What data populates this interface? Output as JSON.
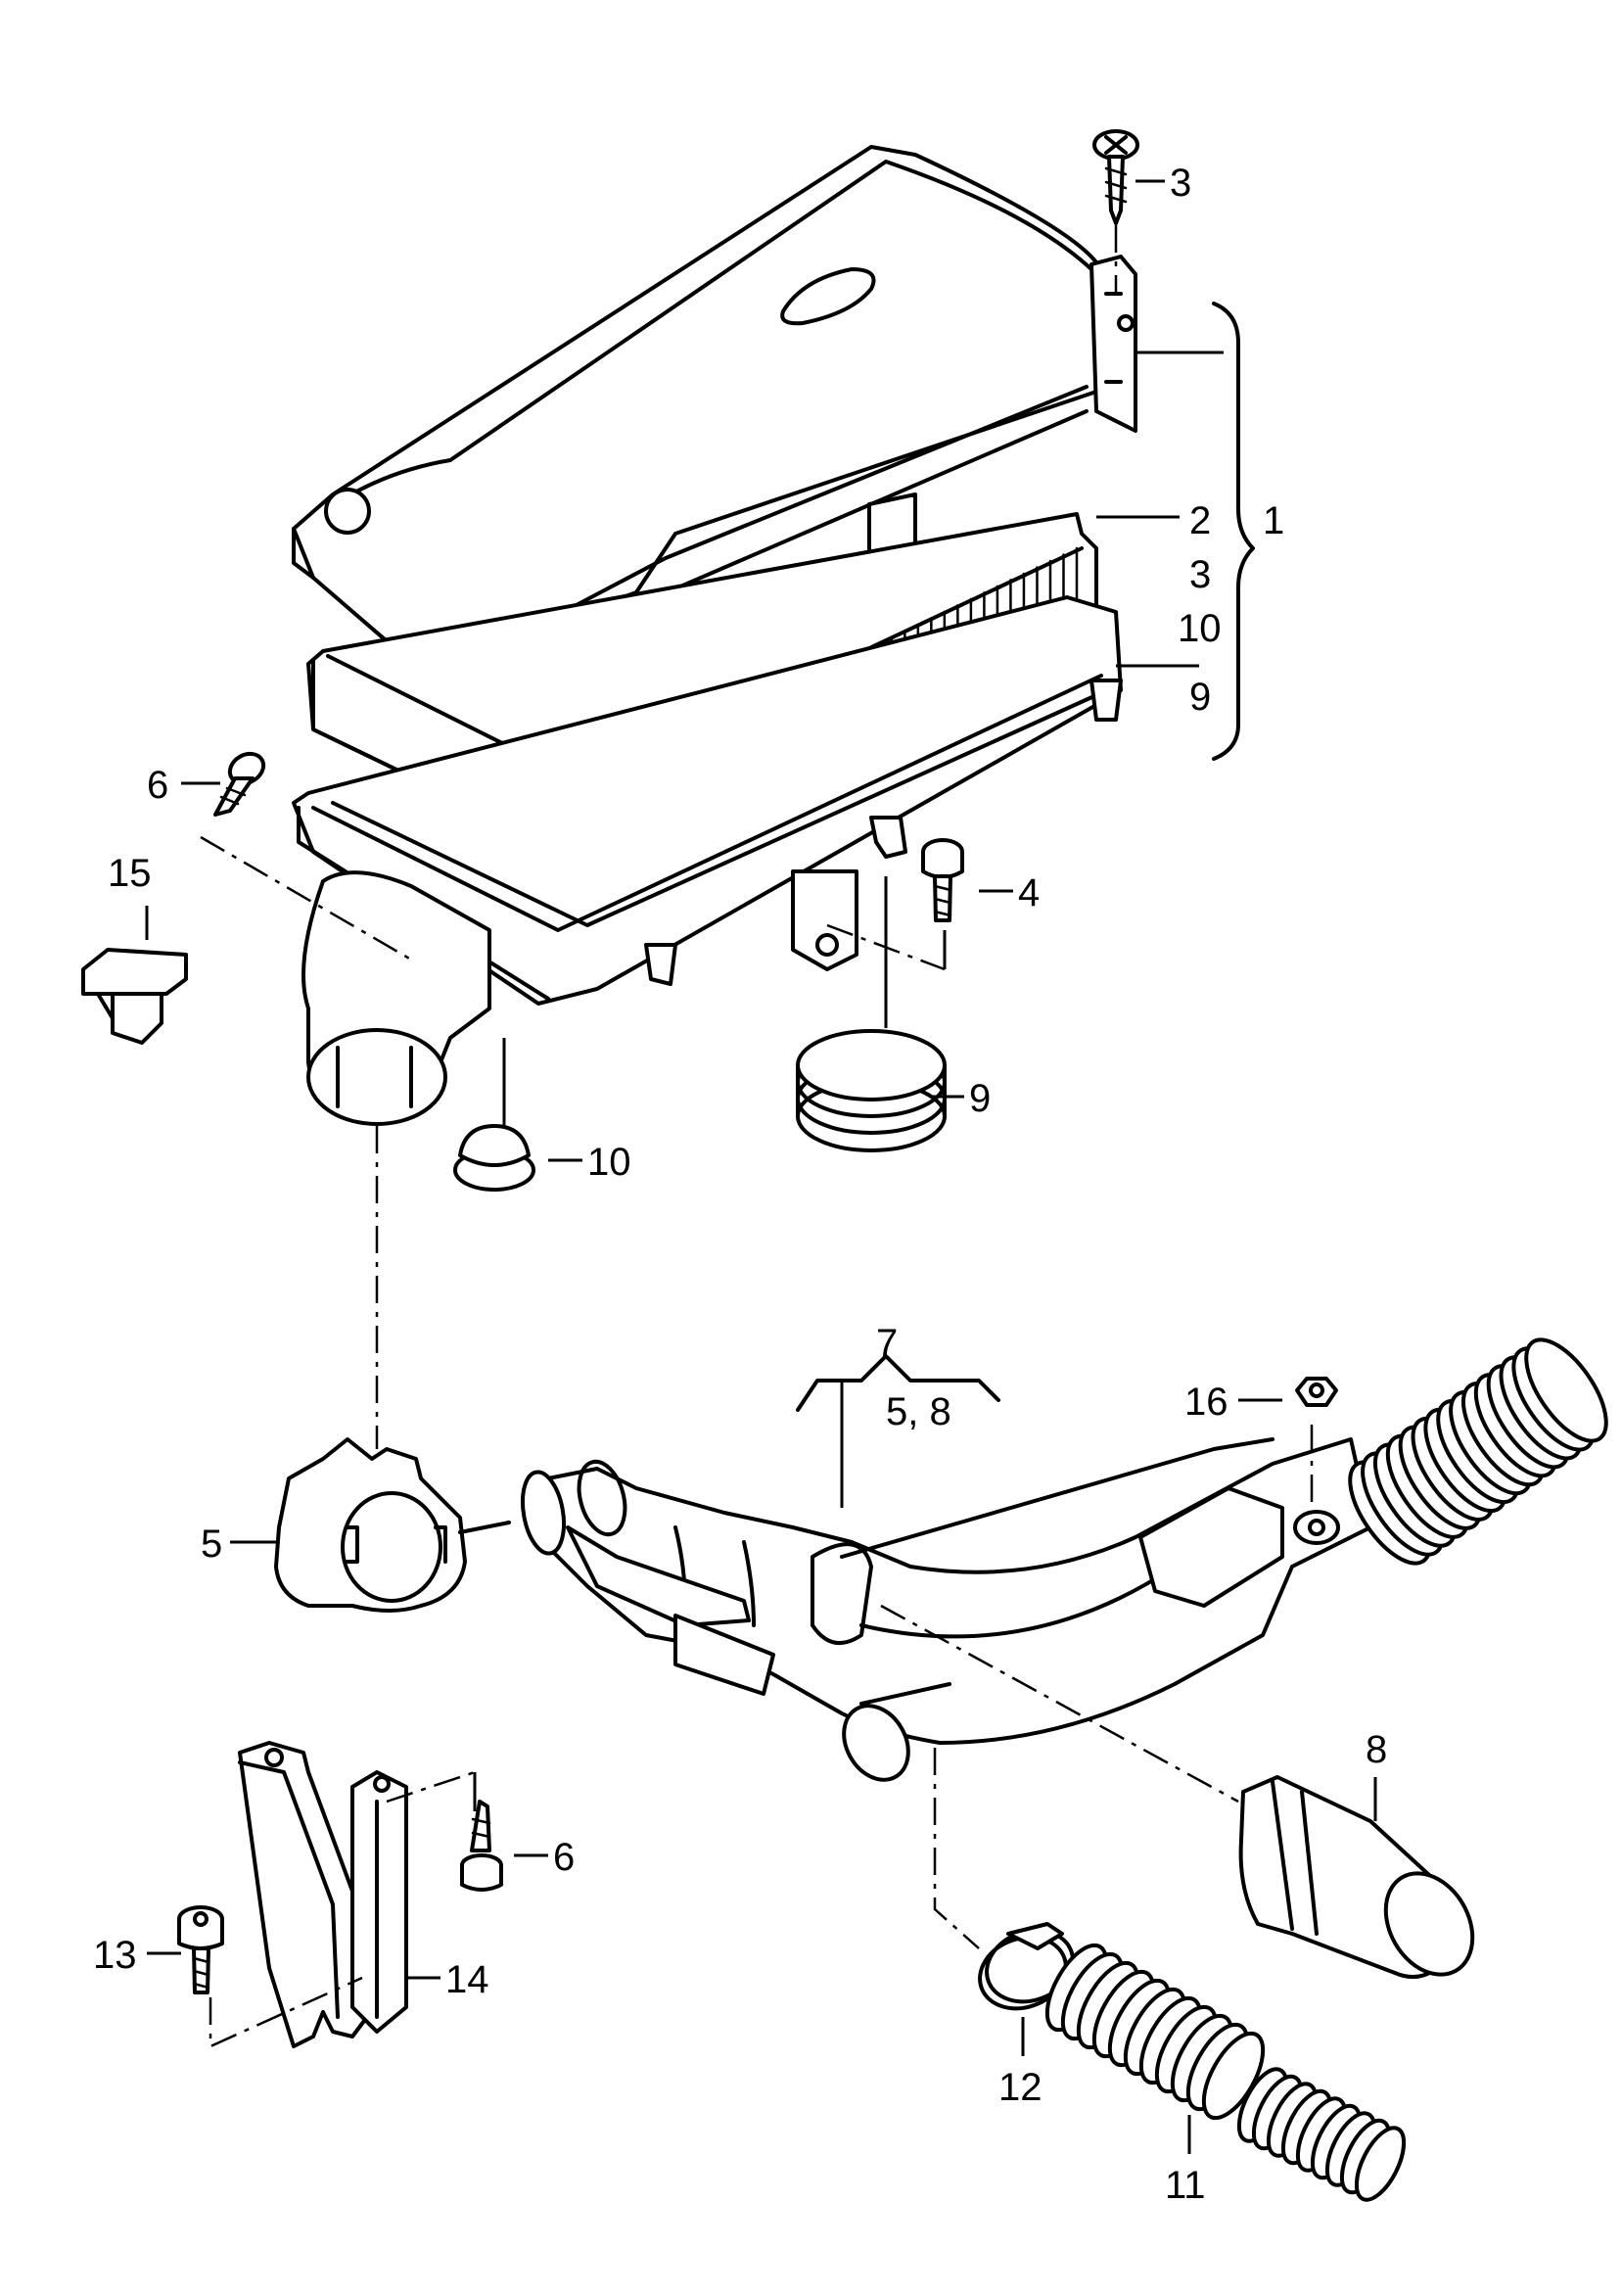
{
  "callouts": {
    "c1": "1",
    "c2": "2",
    "c3_top": "3",
    "c3_group": "3",
    "c10_group": "10",
    "c9_group": "9",
    "c4": "4",
    "c6_upper": "6",
    "c15": "15",
    "c9_ring": "9",
    "c10_grommet": "10",
    "c7": "7",
    "c7_sub": "5, 8",
    "c16": "16",
    "c5": "5",
    "c8": "8",
    "c6_lower": "6",
    "c13": "13",
    "c14": "14",
    "c12": "12",
    "c11": "11"
  }
}
